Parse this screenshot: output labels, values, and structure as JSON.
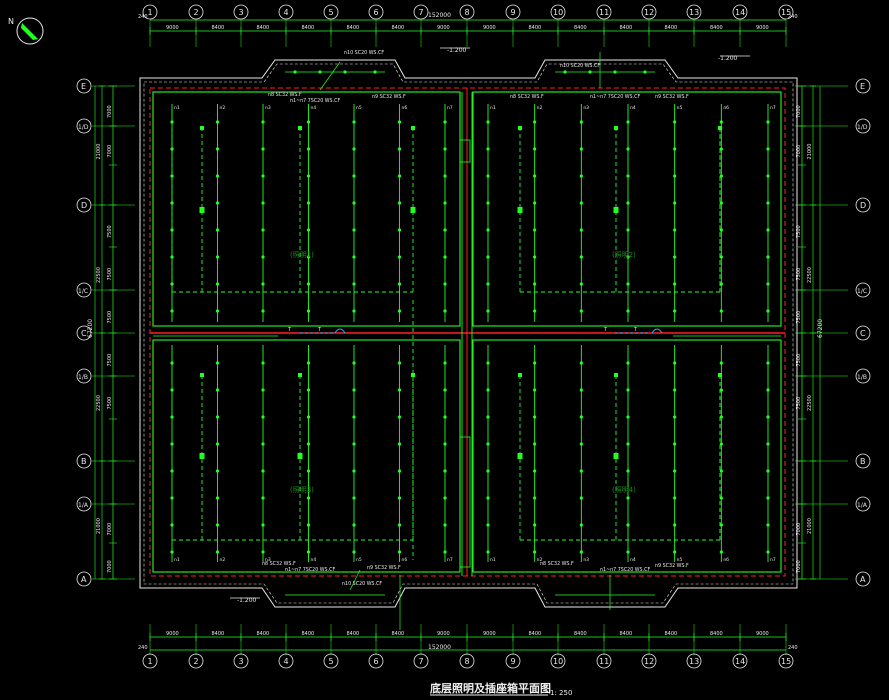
{
  "drawing": {
    "title": "底层照明及插座箱平面图",
    "scale": "1: 250",
    "north_label": "N",
    "total_width_top": "152000",
    "total_width_bottom": "152000",
    "total_height_left": "67200",
    "total_height_right": "67200",
    "edge_dim_label": "240"
  },
  "grid": {
    "columns": [
      "1",
      "2",
      "3",
      "4",
      "5",
      "6",
      "7",
      "8",
      "9",
      "10",
      "11",
      "12",
      "13",
      "14",
      "15"
    ],
    "col_spacings": [
      "9000",
      "8400",
      "8400",
      "8400",
      "8400",
      "8400",
      "9000",
      "9000",
      "8400",
      "8400",
      "8400",
      "8400",
      "8400",
      "9000"
    ],
    "rows": [
      "E",
      "1/D",
      "D",
      "1/C",
      "C",
      "1/B",
      "B",
      "1/A",
      "A"
    ],
    "row_spacings_left": [
      "7000",
      "7000",
      "7500",
      "7500",
      "7500",
      "7500",
      "7500",
      "7000",
      "7000"
    ],
    "row_subtotals_left": [
      "21000",
      "22500",
      "22500",
      "21000"
    ],
    "row_spacings_right": [
      "7000",
      "7000",
      "7500",
      "7500",
      "7500",
      "7500",
      "7500",
      "7000",
      "7000"
    ],
    "row_subtotals_right": [
      "21000",
      "22500",
      "22500",
      "21000"
    ]
  },
  "levels": {
    "left_top": "-1.200",
    "right_top": "-1.200",
    "left_bottom": "-1.200"
  },
  "zones": {
    "zone1": "(照明1)",
    "zone2": "(照明2)",
    "zone3": "(照明3)",
    "zone4": "(照明4)"
  },
  "circuits": {
    "top_left": [
      "n8 SC32 WS.F",
      "n1~n7 7SC20 WS.CF",
      "n9 SC32 WS.F",
      "n10 SC20 WS.CF"
    ],
    "top_right": [
      "n8 SC32 WS.F",
      "n1~n7 7SC20 WS.CF",
      "n9 SC32 WS.F",
      "n10 SC20 WS.CF"
    ],
    "bottom_left": [
      "n8 SC32 WS.F",
      "n1~n7 7SC20 WS.CF",
      "n9 SC32 WS.F",
      "n10 SC20 WS.CF"
    ],
    "bottom_right": [
      "n8 SC32 WS.F",
      "n1~n7 7SC20 WS.CF",
      "n9 SC32 WS.F"
    ]
  },
  "fixture_tags": [
    "n1",
    "n2",
    "n3",
    "n4",
    "n5",
    "n6",
    "n7"
  ]
}
